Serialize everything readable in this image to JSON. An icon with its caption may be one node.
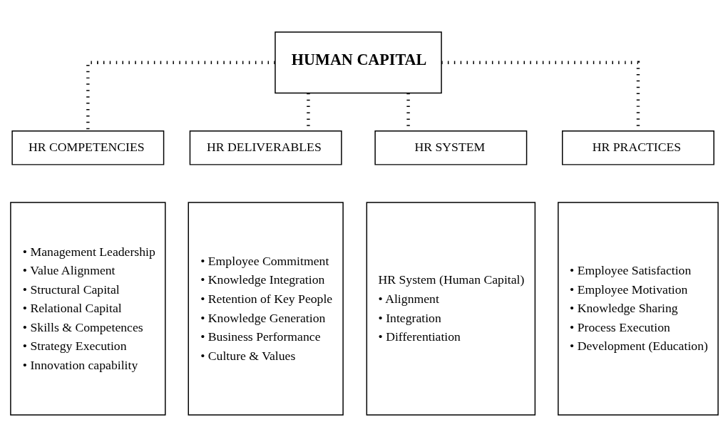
{
  "diagram": {
    "nodes": [
      {
        "text": [
          "HUMAN CAPITAL"
        ]
      },
      {
        "text": [
          "HR COMPETENCIES"
        ]
      },
      {
        "text": [
          "HR DELIVERABLES"
        ]
      },
      {
        "text": [
          "HR SYSTEM"
        ]
      },
      {
        "text": [
          "HR PRACTICES"
        ]
      },
      {
        "text": [
          "• Management Leadership",
          "• Value Alignment",
          "• Structural Capital",
          "• Relational Capital",
          "• Skills & Competences",
          "• Strategy Execution",
          "• Innovation capability"
        ]
      },
      {
        "text": [
          "• Employee Commitment",
          "• Knowledge Integration",
          "• Retention of Key People",
          "• Knowledge Generation",
          "• Business Performance",
          "• Culture & Values"
        ]
      },
      {
        "text": [
          "HR System (Human Capital)",
          "• Alignment",
          "• Integration",
          "• Differentiation"
        ]
      },
      {
        "text": [
          "• Employee Satisfaction",
          "• Employee Motivation",
          "• Knowledge Sharing",
          "• Process Execution",
          "• Development (Education)"
        ]
      }
    ],
    "edges": [
      {
        "from": 0,
        "to": 1,
        "arrow": "none",
        "style": "dashed"
      },
      {
        "from": 0,
        "to": 2,
        "arrow": "none",
        "style": "dashed"
      },
      {
        "from": 0,
        "to": 3,
        "arrow": "none",
        "style": "dashed"
      },
      {
        "from": 0,
        "to": 4,
        "arrow": "none",
        "style": "dashed"
      }
    ]
  }
}
